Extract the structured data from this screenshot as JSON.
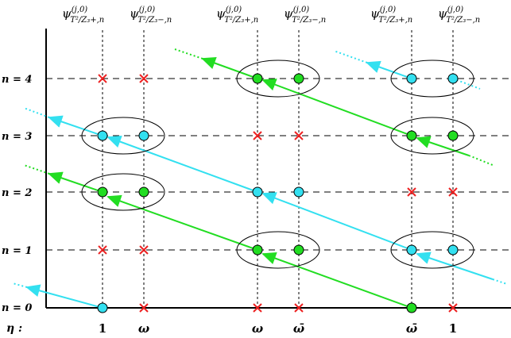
{
  "column_headers": [
    {
      "psi": "ψ",
      "sup": "(j,0)",
      "sub": "T²/Z₃+,n"
    },
    {
      "psi": "ψ",
      "sup": "(j,0)",
      "sub": "T²/Z₃−,n"
    },
    {
      "psi": "ψ",
      "sup": "(j,0)",
      "sub": "T²/Z₃+,n"
    },
    {
      "psi": "ψ",
      "sup": "(j,0)",
      "sub": "T²/Z₃−,n"
    },
    {
      "psi": "ψ",
      "sup": "(j,0)",
      "sub": "T²/Z₃+,n"
    },
    {
      "psi": "ψ",
      "sup": "(j,0)",
      "sub": "T²/Z₃−,n"
    }
  ],
  "row_labels": [
    "n = 4",
    "n = 3",
    "n = 2",
    "n = 1",
    "n = 0"
  ],
  "eta_label": "η :",
  "eta_values": [
    "1",
    "ω",
    "ω",
    "ω̄",
    "ω̄",
    "1"
  ],
  "legend_colors": {
    "cyan": "#33e0f0",
    "green": "#22dd22",
    "cross": "#ee2222"
  }
}
